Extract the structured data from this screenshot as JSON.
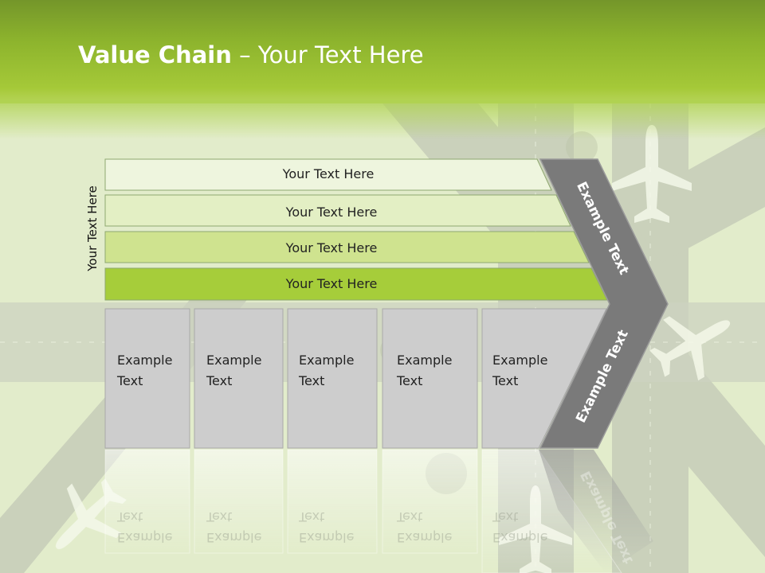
{
  "slide": {
    "title_bold": "Value Chain",
    "title_rest": " – Your Text Here",
    "vertical_label": "Your Text Here"
  },
  "bands": [
    {
      "label": "Your Text Here",
      "color": "#eef5de"
    },
    {
      "label": "Your Text Here",
      "color": "#e3efc4"
    },
    {
      "label": "Your Text Here",
      "color": "#cfe38f"
    },
    {
      "label": "Your Text Here",
      "color": "#a6cd3a"
    }
  ],
  "columns": [
    {
      "line1": "Example",
      "line2": "Text"
    },
    {
      "line1": "Example",
      "line2": "Text"
    },
    {
      "line1": "Example",
      "line2": "Text"
    },
    {
      "line1": "Example",
      "line2": "Text"
    },
    {
      "line1": "Example",
      "line2": "Text"
    }
  ],
  "chevron": {
    "upper_text": "Example Text",
    "lower_text": "Example Text"
  },
  "colors": {
    "header_green": "#8db42d",
    "column_gray": "#cdcdcd",
    "chevron_gray": "#7a7a7a",
    "background": "#dfe9c8"
  },
  "icons": [
    "airplane-icon"
  ]
}
